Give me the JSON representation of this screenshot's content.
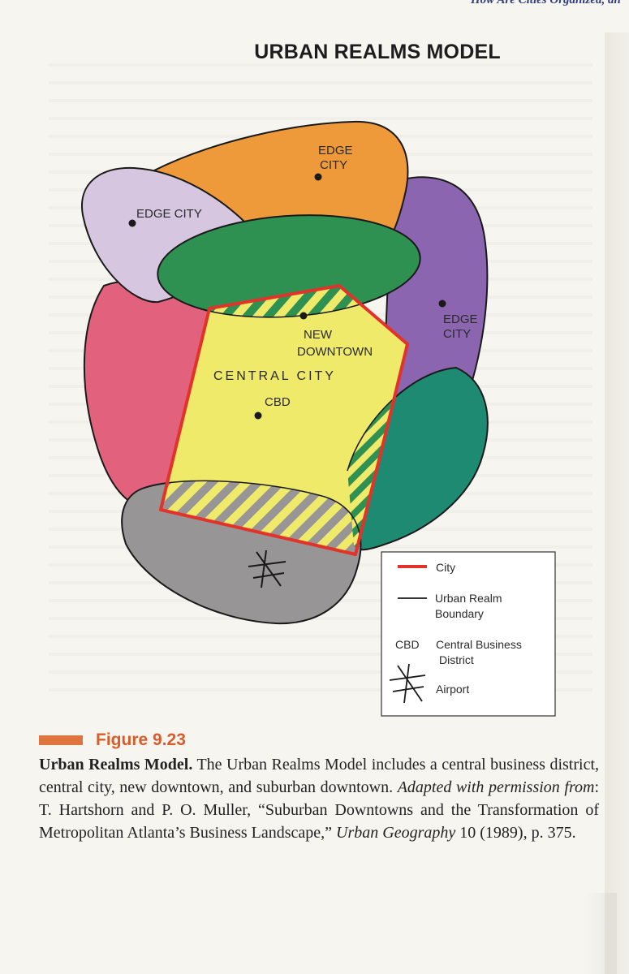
{
  "page": {
    "header_fragment": "How Are Cities Organized, an",
    "title": "URBAN REALMS MODEL"
  },
  "diagram": {
    "colors": {
      "edge_city_orange": "#ef9a3a",
      "edge_city_lavender": "#d6c6df",
      "edge_city_purple": "#8c65b0",
      "realm_green": "#2e9152",
      "realm_pink": "#e2627d",
      "realm_teal": "#1f8a72",
      "realm_gray": "#979595",
      "central_city": "#f0ea6a",
      "city_boundary": "#e2332b",
      "stripe_green": "#2e9152"
    },
    "labels": {
      "edge_city_top_l1": "EDGE",
      "edge_city_top_l2": "CITY",
      "edge_city_left": "EDGE CITY",
      "edge_city_right_l1": "EDGE",
      "edge_city_right_l2": "CITY",
      "new_downtown_l1": "NEW",
      "new_downtown_l2": "DOWNTOWN",
      "central_city": "CENTRAL CITY",
      "cbd": "CBD"
    },
    "legend": {
      "city": "City",
      "boundary_l1": "Urban Realm",
      "boundary_l2": "Boundary",
      "cbd_abbr": "CBD",
      "cbd_l1": "Central Business",
      "cbd_l2": "District",
      "airport": "Airport"
    },
    "icons": {
      "airport": "airport-icon",
      "city_point": "point-marker-icon"
    }
  },
  "caption": {
    "figure_label": "Figure 9.23",
    "bold_title": "Urban Realms Model.",
    "sentence": " The Urban Realms Model includes a central business district, central city, new downtown, and suburban downtown. ",
    "adapted_label": "Adapted with permission from",
    "citation_a": ": T. Hartshorn and P. O. Muller, “Suburban Downtowns and the Transformation of Metropolitan Atlanta’s Business Landscape,” ",
    "journal": "Urban Geography",
    "citation_b": " 10 (1989), p. 375."
  }
}
